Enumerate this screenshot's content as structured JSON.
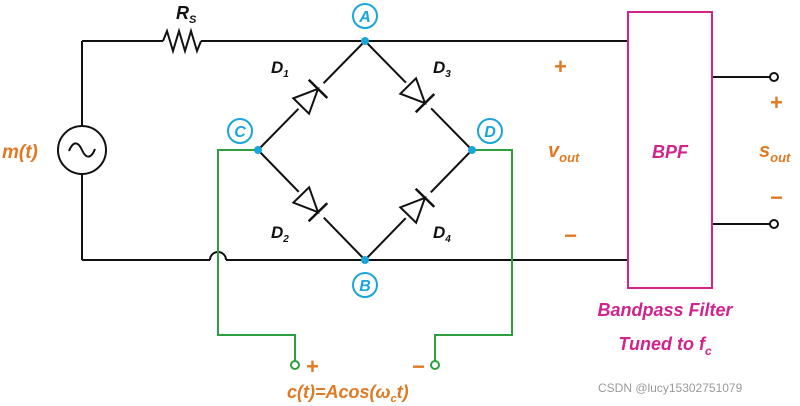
{
  "colors": {
    "wire": "#111111",
    "carrier_wire": "#2e9e3f",
    "node": "#1aa6d9",
    "accent_orange": "#e07a22",
    "accent_magenta": "#d1238c"
  },
  "labels": {
    "resistor": "R",
    "resistor_sub": "S",
    "source": "m(t)",
    "d1": "D",
    "d1_sub": "1",
    "d2": "D",
    "d2_sub": "2",
    "d3": "D",
    "d3_sub": "3",
    "d4": "D",
    "d4_sub": "4",
    "node_a": "A",
    "node_b": "B",
    "node_c": "C",
    "node_d": "D",
    "vout_plus": "+",
    "vout_minus": "−",
    "vout": "v",
    "vout_sub": "out",
    "bpf": "BPF",
    "sout_plus": "+",
    "sout_minus": "−",
    "sout": "s",
    "sout_sub": "out",
    "caption_line1": "Bandpass Filter",
    "caption_line2": "Tuned to f",
    "caption_line2_sub": "c",
    "carrier_plus": "+",
    "carrier_minus": "−",
    "carrier_pre": "c(t)=Acos(ω",
    "carrier_sub": "c",
    "carrier_post": "t)",
    "watermark": "CSDN @lucy15302751079"
  }
}
